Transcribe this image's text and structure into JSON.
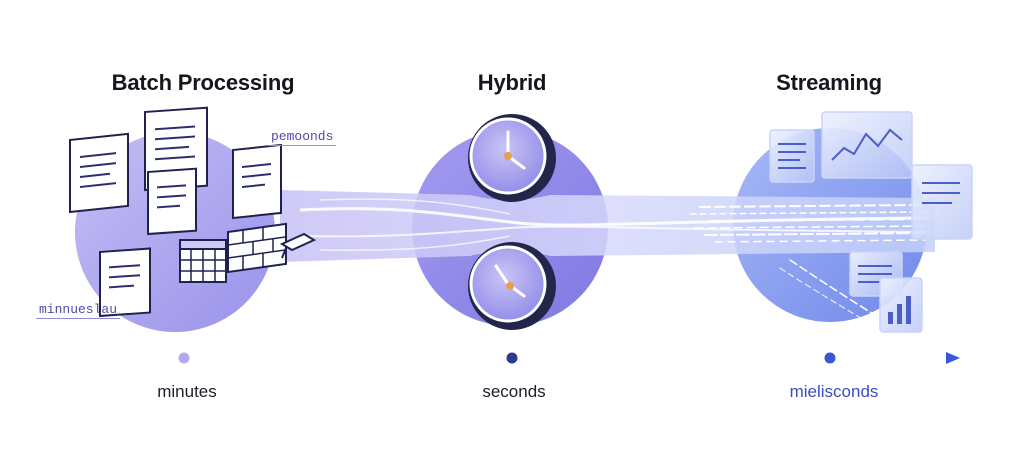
{
  "stages": {
    "batch": {
      "title": "Batch Processing",
      "latency": "minutes"
    },
    "hybrid": {
      "title": "Hybrid",
      "latency": "seconds"
    },
    "streaming": {
      "title": "Streaming",
      "latency": "mielisconds"
    }
  },
  "doc_tags": {
    "upper": "pemoonds",
    "lower": "minnueslau"
  },
  "icons": {
    "batch": [
      "document-icon",
      "calendar-icon",
      "brick-wall-icon",
      "clip-icon"
    ],
    "hybrid": [
      "clock-icon"
    ],
    "streaming": [
      "dashboard-panel-icon",
      "bar-chart-icon"
    ]
  },
  "colors": {
    "circle_batch": "#a9a3ee",
    "circle_hybrid": "#9189e8",
    "circle_stream": "#8aa4f3",
    "timeline_start": "#b9b2ec",
    "timeline_end": "#3955e3",
    "dot_batch": "#b6a6ee",
    "dot_hybrid": "#2b3a8e",
    "dot_stream": "#3b57d8",
    "clock_ring": "#23264a",
    "clock_hand": "#e6a04a"
  }
}
